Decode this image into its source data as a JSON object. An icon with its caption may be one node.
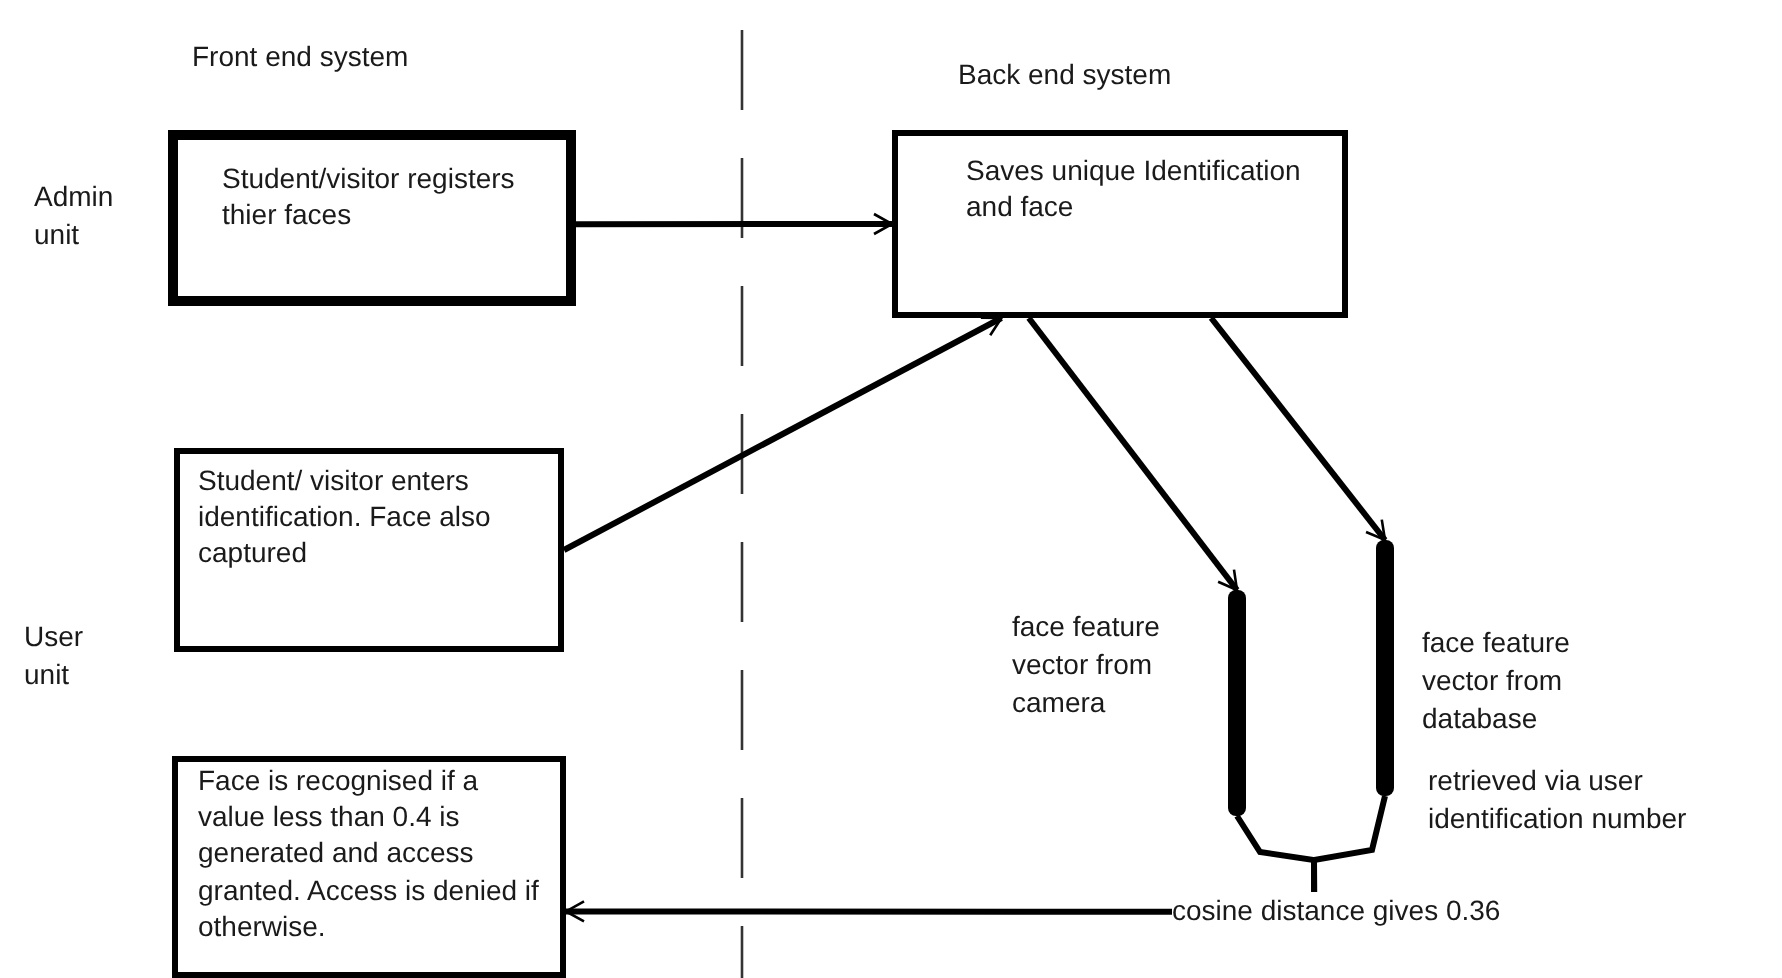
{
  "diagram": {
    "nodes": [
      {
        "text": [
          "Student/visitor registers thier faces"
        ]
      },
      {
        "text": [
          "Saves unique Identification and face"
        ]
      },
      {
        "text": [
          "Student/ visitor enters identification. Face also captured"
        ]
      },
      {
        "text": [],
        "shape": "bar",
        "beside": [
          "face feature vector from camera"
        ]
      },
      {
        "text": [],
        "shape": "bar",
        "beside": [
          "face feature vector from database",
          "retrieved via user identification number"
        ]
      },
      {
        "text": [
          "cosine distance gives 0.36"
        ]
      },
      {
        "text": [
          "Face is recognised if a value less than 0.4 is generated and access granted. Access is denied if otherwise."
        ]
      }
    ],
    "edges": [
      {
        "from": 0,
        "to": 1,
        "arrow": "to"
      },
      {
        "from": 2,
        "to": 1,
        "arrow": "to"
      },
      {
        "from": 1,
        "to": 3,
        "arrow": "to"
      },
      {
        "from": 1,
        "to": 4,
        "arrow": "to"
      },
      {
        "from": 3,
        "to": 5,
        "arrow": "none"
      },
      {
        "from": 4,
        "to": 5,
        "arrow": "none"
      },
      {
        "from": 5,
        "to": 6,
        "arrow": "to"
      }
    ],
    "labels": [
      "Front end system",
      "Back end system",
      "Admin unit",
      "User unit"
    ]
  }
}
